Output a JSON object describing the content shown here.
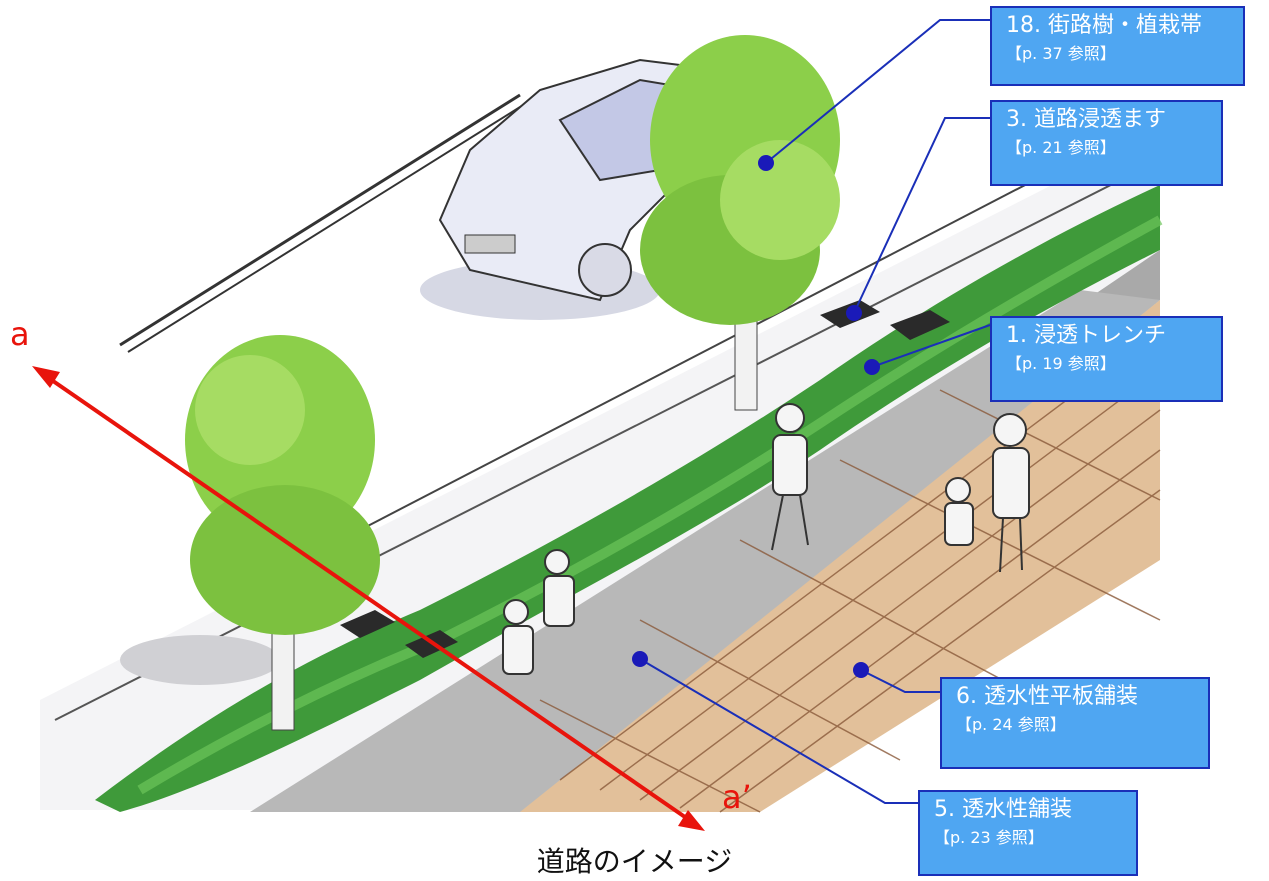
{
  "caption": "道路のイメージ",
  "section_marker": {
    "start": "a",
    "end": "a’"
  },
  "callouts": [
    {
      "id": "street-trees",
      "title": "18. 街路樹・植栽帯",
      "ref": "【p. 37 参照】"
    },
    {
      "id": "road-infiltration-basin",
      "title": "3. 道路浸透ます",
      "ref": "【p. 21 参照】"
    },
    {
      "id": "infiltration-trench",
      "title": "1. 浸透トレンチ",
      "ref": "【p. 19 参照】"
    },
    {
      "id": "permeable-flat-paving",
      "title": "6. 透水性平板舗装",
      "ref": "【p. 24 参照】"
    },
    {
      "id": "permeable-pavement",
      "title": "5. 透水性舗装",
      "ref": "【p. 23 参照】"
    }
  ],
  "colors": {
    "callout_fill": "#4fa6f2",
    "callout_border": "#1a2fb8",
    "leader_line": "#1a2fb8",
    "section_arrow": "#e8140c",
    "hedge": "#3f9a3a",
    "tree_foliage": "#8ccf4a",
    "sidewalk": "#a9a9a9",
    "tile_paving": "#e2c09a"
  }
}
